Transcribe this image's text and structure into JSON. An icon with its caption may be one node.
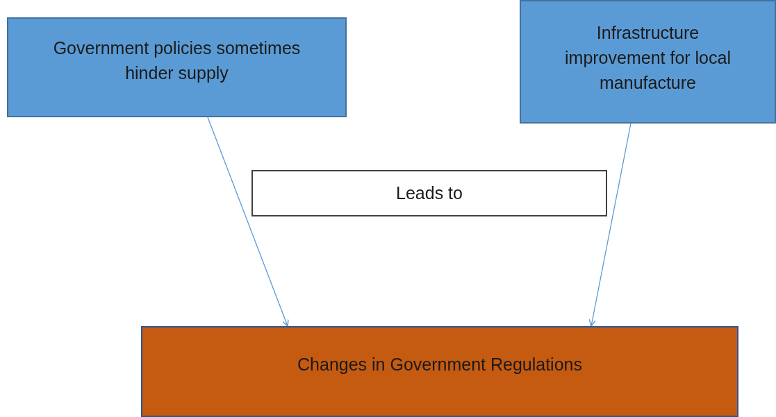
{
  "diagram": {
    "nodes": [
      {
        "text": [
          "Government policies sometimes hinder supply"
        ]
      },
      {
        "text": [
          "Infrastructure improvement for local manufacture"
        ]
      },
      {
        "text": [
          "Leads to"
        ]
      },
      {
        "text": [
          "Changes in Government Regulations"
        ]
      }
    ],
    "edges": [
      {
        "from": 0,
        "to": 3,
        "arrow": "to"
      },
      {
        "from": 1,
        "to": 3,
        "arrow": "to"
      }
    ]
  }
}
